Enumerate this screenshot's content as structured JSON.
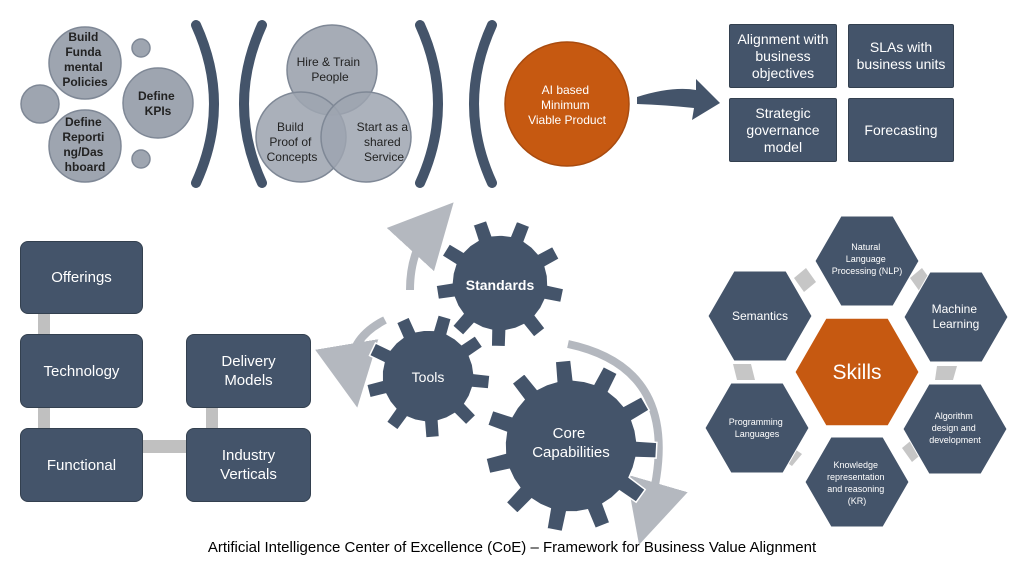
{
  "foundation": {
    "build_fundamental_policies": [
      "Build",
      "Funda",
      "mental",
      "Policies"
    ],
    "define_kpis": [
      "Define",
      "KPIs"
    ],
    "define_reporting_dashboard": [
      "Define",
      "Reporti",
      "ng/Das",
      "hboard"
    ]
  },
  "venn": {
    "hire_train": [
      "Hire & Train",
      "People"
    ],
    "build_poc": [
      "Build",
      "Proof of",
      "Concepts"
    ],
    "shared_service": [
      "Start as a",
      "shared",
      "Service"
    ]
  },
  "mvp": [
    "AI based",
    "Minimum",
    "Viable Product"
  ],
  "objectives": {
    "alignment": "Alignment with business objectives",
    "slas": "SLAs with business units",
    "governance": "Strategic governance model",
    "forecasting": "Forecasting"
  },
  "blocks": {
    "offerings": "Offerings",
    "technology": "Technology",
    "functional": "Functional",
    "delivery_models": "Delivery Models",
    "industry_verticals": "Industry Verticals"
  },
  "gears": {
    "standards": "Standards",
    "tools": "Tools",
    "core_capabilities": [
      "Core",
      "Capabilities"
    ]
  },
  "skills": {
    "center": "Skills",
    "nlp": [
      "Natural",
      "Language",
      "Processing (NLP)"
    ],
    "machine_learning": [
      "Machine",
      "Learning"
    ],
    "algorithm": [
      "Algorithm",
      "design and",
      "development"
    ],
    "knowledge": [
      "Knowledge",
      "representation",
      "and reasoning",
      "(KR)"
    ],
    "programming": [
      "Programming",
      "Languages"
    ],
    "semantics": "Semantics"
  },
  "caption": "Artificial Intelligence Center of Excellence (CoE) – Framework for Business Value Alignment",
  "colors": {
    "dark_slate": "#44546a",
    "gray_circle": "#9ea5b0",
    "circle_stroke": "#7f8896",
    "accent_orange": "#c65911",
    "connector_gray": "#c0c0c0"
  }
}
